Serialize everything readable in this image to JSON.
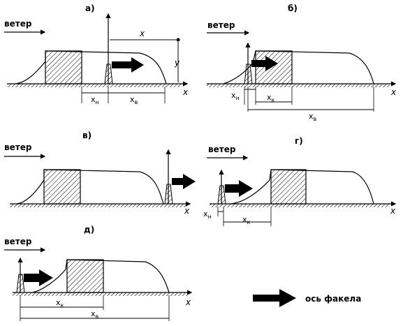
{
  "panels": {
    "a": {
      "label": "а)",
      "wind": "ветер",
      "x_axis": "x",
      "y_axis": "y",
      "x_dist": "x",
      "x_n": "x",
      "x_n_sub": "н",
      "x_v": "x",
      "x_v_sub": "в"
    },
    "b": {
      "label": "б)",
      "wind": "ветер",
      "x_axis": "x",
      "x_n": "x",
      "x_n_sub": "н",
      "x_k": "x",
      "x_k_sub": "к",
      "x_v": "x",
      "x_v_sub": "в"
    },
    "v": {
      "label": "в)",
      "wind": "ветер",
      "x_axis": "x"
    },
    "g": {
      "label": "г)",
      "wind": "ветер",
      "x_axis": "x",
      "x_n": "x",
      "x_n_sub": "н",
      "x_k": "x",
      "x_k_sub": "к"
    },
    "d": {
      "label": "д)",
      "wind": "ветер",
      "x_axis": "x",
      "x_k": "x",
      "x_k_sub": "к",
      "x_v": "x",
      "x_v_sub": "в"
    }
  },
  "legend": {
    "text": "ось факела"
  }
}
